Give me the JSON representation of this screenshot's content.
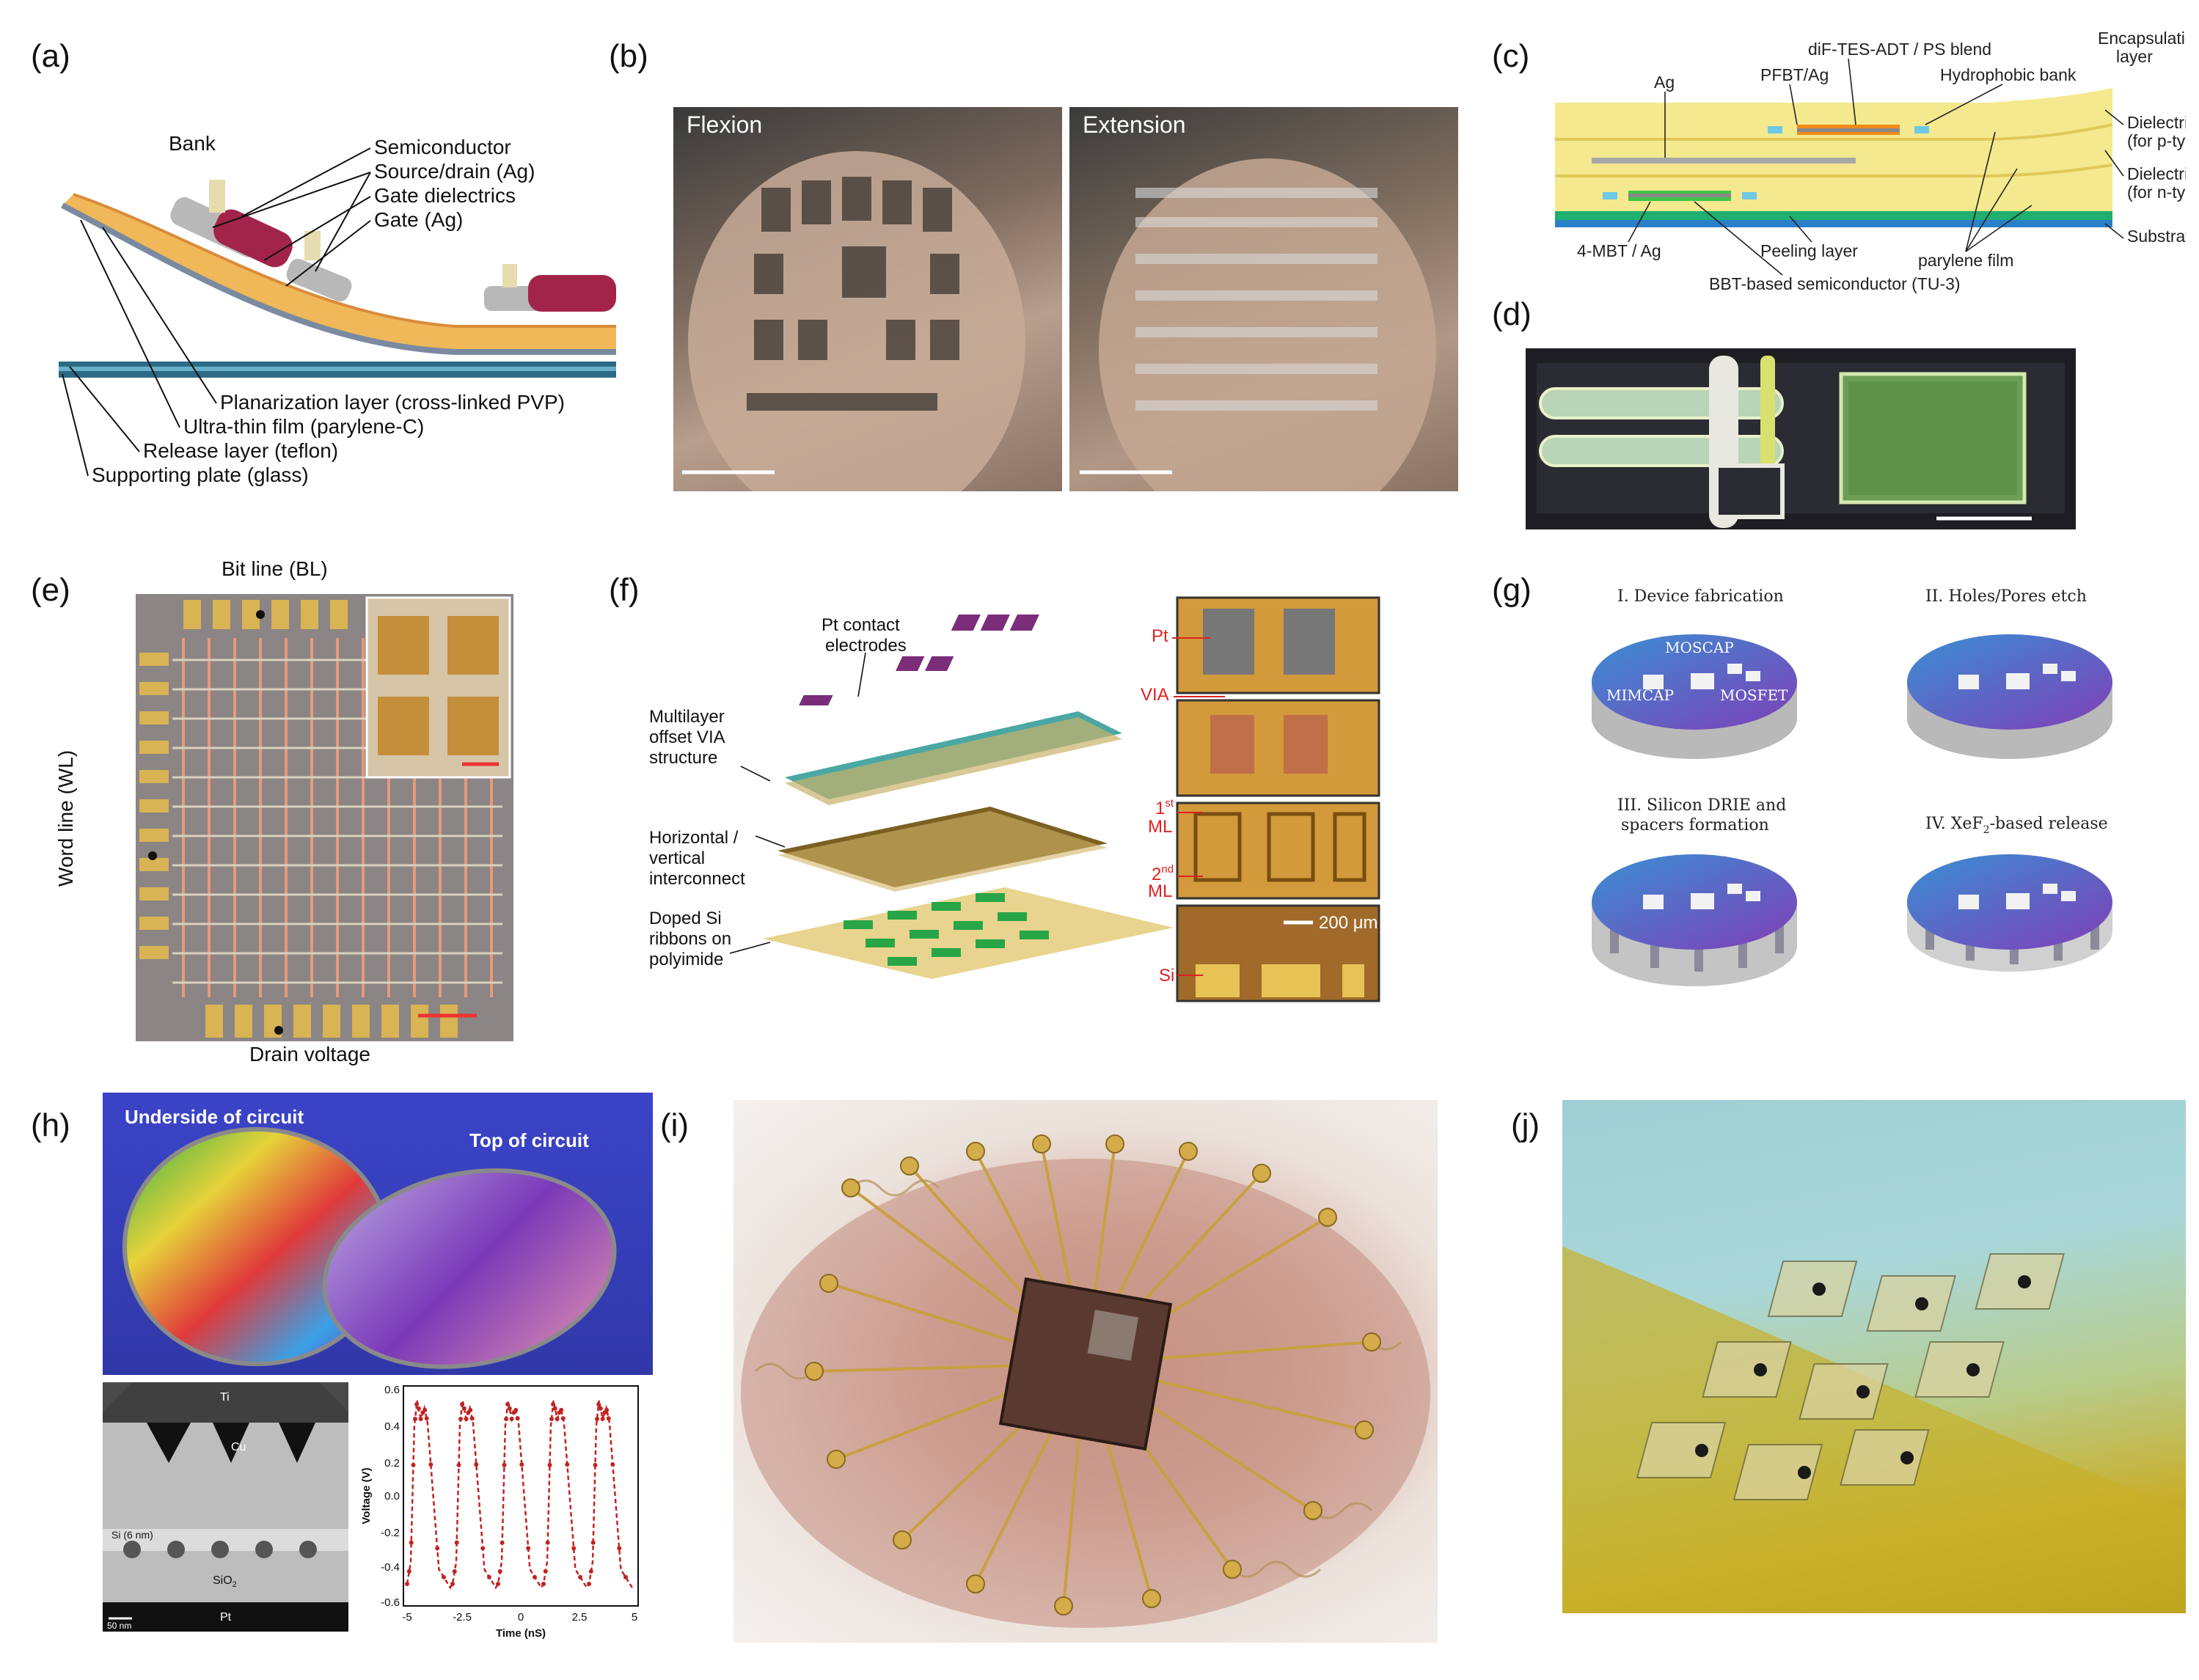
{
  "panel_labels": {
    "a": "(a)",
    "b": "(b)",
    "c": "(c)",
    "d": "(d)",
    "e": "(e)",
    "f": "(f)",
    "g": "(g)",
    "h": "(h)",
    "i": "(i)",
    "j": "(j)"
  },
  "panel_a": {
    "bank": "Bank",
    "semiconductor": "Semiconductor",
    "source_drain": "Source/drain (Ag)",
    "gate_dielectrics": "Gate dielectrics",
    "gate": "Gate (Ag)",
    "planarization": "Planarization layer (cross-linked PVP)",
    "ultra_thin": "Ultra-thin film (parylene-C)",
    "release": "Release layer (teflon)",
    "supporting": "Supporting plate (glass)"
  },
  "panel_b": {
    "flexion": "Flexion",
    "extension": "Extension"
  },
  "panel_c": {
    "encapsulation_1": "Encapsulation",
    "encapsulation_2": "layer",
    "dif_tes": "diF-TES-ADT / PS blend",
    "ag": "Ag",
    "pfbt": "PFBT/Ag",
    "hydrophobic": "Hydrophobic bank",
    "dielectric_p_1": "Dielectric",
    "dielectric_p_2": "(for p-type)",
    "dielectric_n_1": "Dielectric",
    "dielectric_n_2": "(for n-type)",
    "substrate": "Substrate",
    "mbt": "4-MBT / Ag",
    "peeling": "Peeling layer",
    "parylene": "parylene film",
    "bbt": "BBT-based semiconductor (TU-3)"
  },
  "panel_e": {
    "bit_line": "Bit line (BL)",
    "word_line": "Word line (WL)",
    "drain": "Drain voltage"
  },
  "panel_f": {
    "pt_contact_1": "Pt contact",
    "pt_contact_2": "electrodes",
    "multilayer_1": "Multilayer",
    "multilayer_2": "offset VIA",
    "multilayer_3": "structure",
    "horizontal_1": "Horizontal /",
    "horizontal_2": "vertical",
    "horizontal_3": "interconnect",
    "doped_1": "Doped Si",
    "doped_2": "ribbons on",
    "doped_3": "polyimide",
    "pt": "Pt",
    "via": "VIA",
    "ml1_num": "1",
    "ml1_sup": "st",
    "ml2_num": "2",
    "ml2_sup": "nd",
    "ml": "ML",
    "scale": "200 μm",
    "si": "Si"
  },
  "panel_g": {
    "step1": "I. Device fabrication",
    "step2": "II. Holes/Pores etch",
    "step3_1": "III. Silicon DRIE and",
    "step3_2": "spacers formation",
    "step4_pre": "IV. XeF",
    "step4_sub": "2",
    "step4_post": "-based release",
    "moscap": "MOSCAP",
    "mimcap": "MIMCAP",
    "mosfet": "MOSFET"
  },
  "panel_h": {
    "underside": "Underside of circuit",
    "top": "Top of circuit",
    "ti": "Ti",
    "cu": "Cu",
    "si": "Si (6 nm)",
    "sio2": "SiO",
    "sio2_sub": "2",
    "pt": "Pt",
    "scale": "50 nm",
    "ylabel": "Voltage (V)",
    "xlabel": "Time (nS)",
    "yticks": [
      "0.6",
      "0.4",
      "0.2",
      "0.0",
      "-0.2",
      "-0.4",
      "-0.6"
    ],
    "xticks": [
      "-5",
      "-2.5",
      "0",
      "2.5",
      "5"
    ]
  }
}
